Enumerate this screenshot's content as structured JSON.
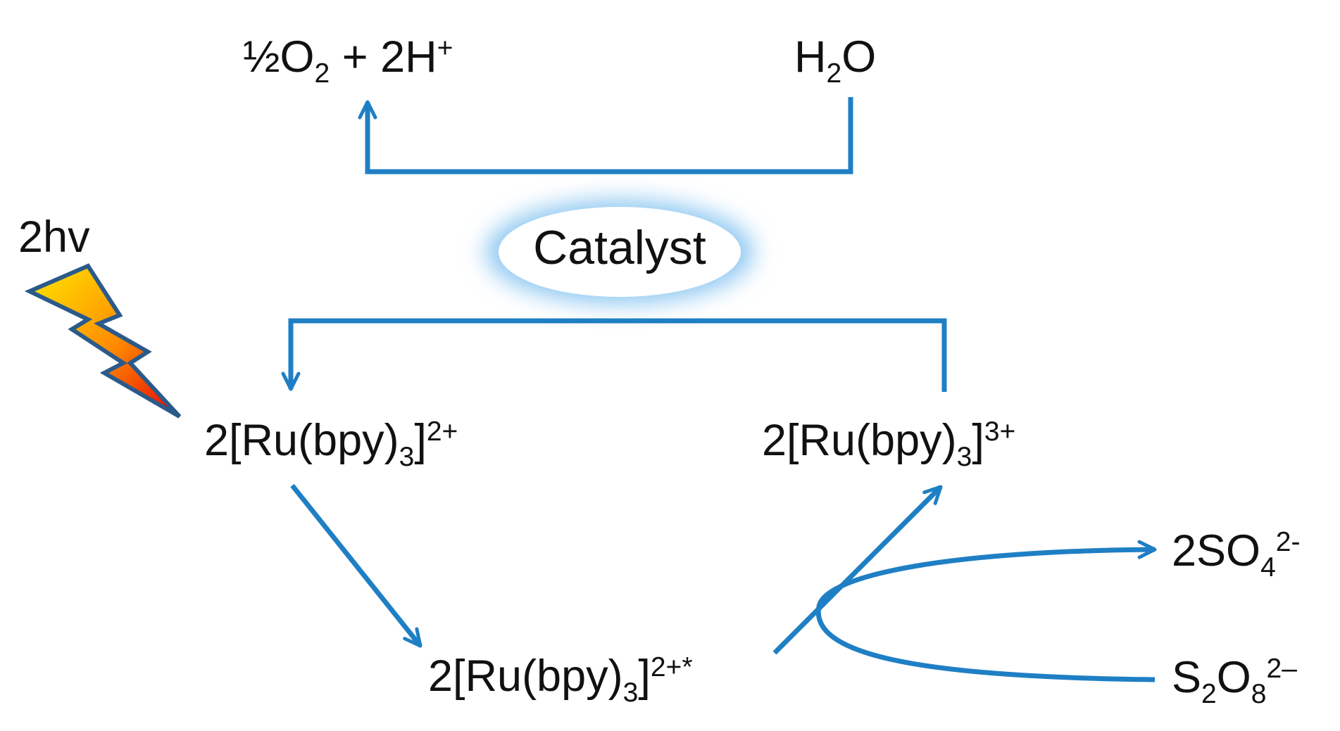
{
  "colors": {
    "arrow": "#1f7fc4",
    "glow": "#8ec8f2",
    "bolt_fill_top": "#ffe800",
    "bolt_fill_bottom": "#e60000",
    "bolt_stroke": "#2a5a8a",
    "text": "#111111"
  },
  "labels": {
    "light": "2hv",
    "catalyst": "Catalyst",
    "oxygen": {
      "prefix": "½O",
      "sub": "2",
      "middle": " + 2H",
      "sup": "+"
    },
    "water": {
      "prefix": "H",
      "sub": "2",
      "suffix": "O"
    },
    "ru2": {
      "prefix": "2[Ru(bpy)",
      "sub": "3",
      "suffix": "]",
      "sup": "2+"
    },
    "ru3": {
      "prefix": "2[Ru(bpy)",
      "sub": "3",
      "suffix": "]",
      "sup": "3+"
    },
    "ru2_excited": {
      "prefix": "2[Ru(bpy)",
      "sub": "3",
      "suffix": "]",
      "sup": "2+*"
    },
    "sulfate": {
      "prefix": "2SO",
      "sub": "4",
      "sup": "2-"
    },
    "persulfate": {
      "prefix": "S",
      "sub": "2",
      "middle": "O",
      "sub2": "8",
      "sup": "2–"
    }
  },
  "icons": {
    "light_bolt": "lightning-bolt-icon"
  }
}
